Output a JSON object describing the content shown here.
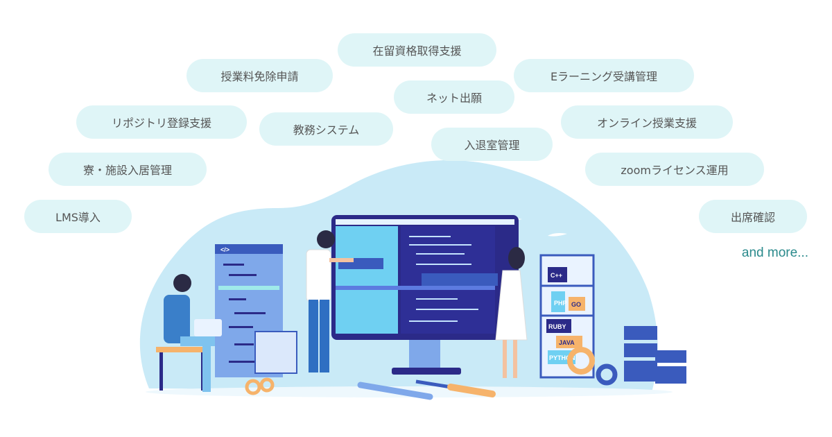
{
  "tags": [
    "在留資格取得支援",
    "授業料免除申請",
    "Eラーニング受講管理",
    "ネット出願",
    "リポジトリ登録支援",
    "教務システム",
    "オンライン授業支援",
    "入退室管理",
    "寮・施設入居管理",
    "zoomライセンス運用",
    "LMS導入",
    "出席確認"
  ],
  "more_label": "and more...",
  "illustration": {
    "code_tag": "</>",
    "languages": [
      "C++",
      "PHP",
      "GO",
      "RUBY",
      "JAVA",
      "PYTHON"
    ]
  },
  "colors": {
    "pill": "#dff5f7",
    "accent": "#2a8a8c",
    "blob": "#c9eaf7",
    "navy": "#2b2a88"
  }
}
